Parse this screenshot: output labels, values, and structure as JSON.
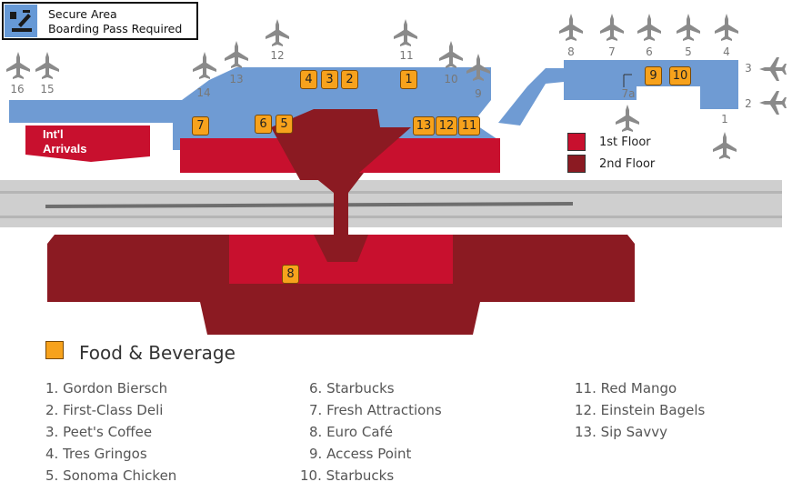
{
  "legend": {
    "secure_line1": "Secure Area",
    "secure_line2": "Boarding Pass Required",
    "first_floor": "1st Floor",
    "second_floor": "2nd Floor",
    "food_beverage": "Food & Beverage"
  },
  "colors": {
    "concourse_blue": "#6f9bd3",
    "first_floor_red": "#c8102e",
    "second_floor_maroon": "#8b1a22",
    "food_orange": "#f7a21c",
    "roadway_gray": "#c9c9c9"
  },
  "areas": {
    "intl_arrivals_line1": "Int'l",
    "intl_arrivals_line2": "Arrivals"
  },
  "gates": [
    "16",
    "15",
    "14",
    "13",
    "12",
    "11",
    "10",
    "9",
    "8",
    "7",
    "6",
    "5",
    "4",
    "3",
    "2",
    "1",
    "7a"
  ],
  "markers": [
    "1",
    "2",
    "3",
    "4",
    "5",
    "6",
    "7",
    "8",
    "9",
    "10",
    "11",
    "12",
    "13"
  ],
  "food_list": {
    "col1": [
      "1. Gordon Biersch",
      "2. First-Class Deli",
      "3. Peet's Coffee",
      "4. Tres Gringos",
      "5. Sonoma Chicken"
    ],
    "col2": [
      "6. Starbucks",
      "7. Fresh Attractions",
      "8. Euro Café",
      "9. Access Point",
      "10. Starbucks"
    ],
    "col3": [
      "11. Red Mango",
      "12. Einstein Bagels",
      "13. Sip Savvy"
    ]
  },
  "icons": {
    "secure": "secure-area-icon",
    "plane": "airplane-icon"
  }
}
